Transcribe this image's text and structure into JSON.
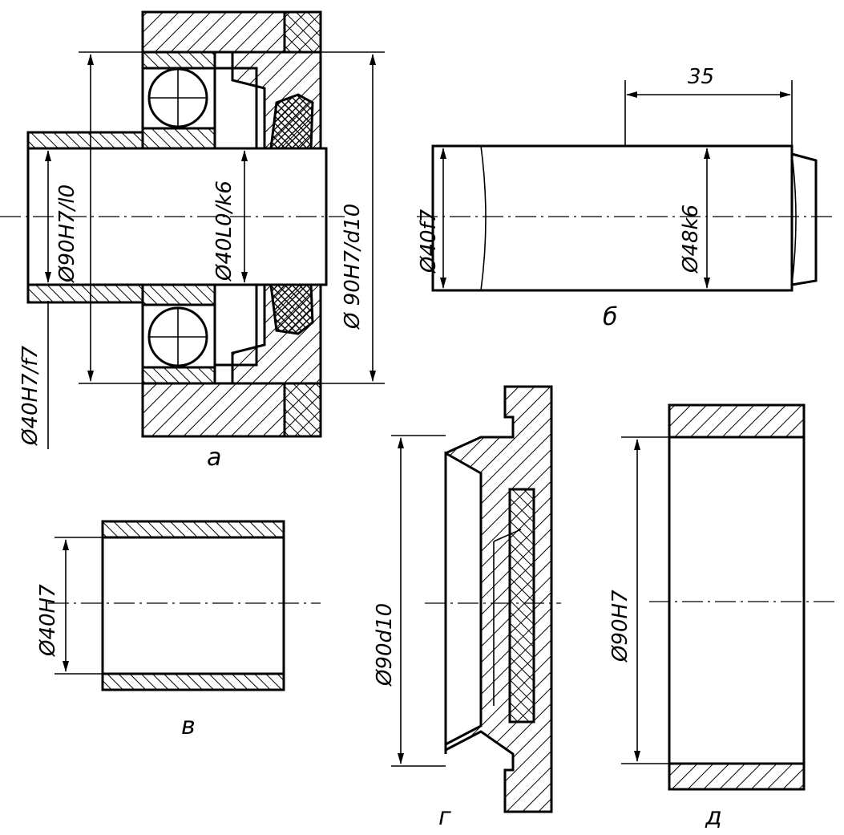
{
  "views": {
    "a": {
      "caption": "а",
      "dims": {
        "housing_shaft_fit": "Ø 90H7/d10",
        "bearing_inner_fit": "Ø40L0/k6",
        "bearing_outer_fit": "Ø90H7/l0",
        "bushing_fit": "Ø40H7/f7"
      }
    },
    "b": {
      "caption": "б",
      "dims": {
        "length": "35",
        "shaft_left": "Ø40f7",
        "shaft_journal": "Ø48k6"
      }
    },
    "v": {
      "caption": "в",
      "dims": {
        "bore": "Ø40H7"
      }
    },
    "g": {
      "caption": "г",
      "dims": {
        "cover": "Ø90d10"
      }
    },
    "d": {
      "caption": "д",
      "dims": {
        "housing": "Ø90H7"
      }
    }
  }
}
